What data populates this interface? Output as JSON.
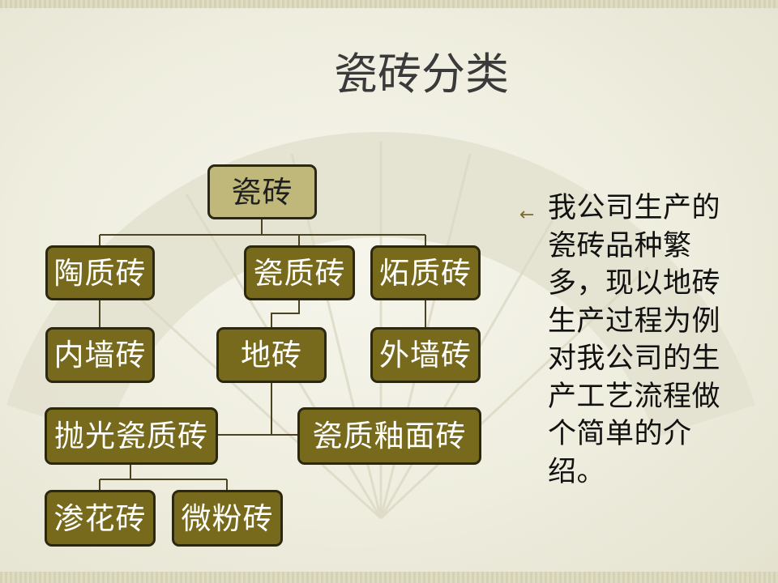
{
  "slide": {
    "title": "瓷砖分类",
    "bullet_glyph": "←",
    "paragraph": "我公司生产的瓷砖品种繁多，现以地砖生产过程为例对我公司的生产工艺流程做个简单的介绍。"
  },
  "diagram": {
    "nodes": {
      "root": "瓷砖",
      "taozhi": "陶质砖",
      "cizhi": "瓷质砖",
      "shizhi": "炻质砖",
      "neiqiang": "内墙砖",
      "dizhuan": "地砖",
      "waiqiang": "外墙砖",
      "paoguang": "抛光瓷质砖",
      "youmian": "瓷质釉面砖",
      "shenhua": "渗花砖",
      "weifen": "微粉砖"
    },
    "edges": [
      [
        "root",
        "taozhi"
      ],
      [
        "root",
        "cizhi"
      ],
      [
        "root",
        "shizhi"
      ],
      [
        "taozhi",
        "neiqiang"
      ],
      [
        "cizhi",
        "dizhuan"
      ],
      [
        "shizhi",
        "waiqiang"
      ],
      [
        "dizhuan",
        "paoguang"
      ],
      [
        "dizhuan",
        "youmian"
      ],
      [
        "paoguang",
        "shenhua"
      ],
      [
        "paoguang",
        "weifen"
      ]
    ]
  },
  "colors": {
    "node_fill": "#786a1c",
    "root_fill": "#c0b87a",
    "connector": "#4a4420"
  }
}
